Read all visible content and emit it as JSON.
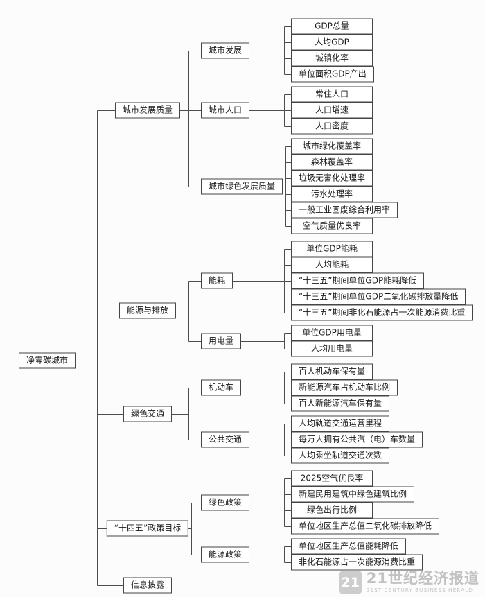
{
  "watermark": {
    "logo": "21",
    "cn": "21世纪经济报道",
    "en": "21ST CENTURY BUSINESS HERALD"
  },
  "tree": {
    "label": "净零碳城市",
    "children": [
      {
        "label": "城市发展质量",
        "children": [
          {
            "label": "城市发展",
            "children": [
              {
                "label": "GDP总量"
              },
              {
                "label": "人均GDP"
              },
              {
                "label": "城镇化率"
              },
              {
                "label": "单位面积GDP产出"
              }
            ]
          },
          {
            "label": "城市人口",
            "children": [
              {
                "label": "常住人口"
              },
              {
                "label": "人口增速"
              },
              {
                "label": "人口密度"
              }
            ]
          },
          {
            "label": "城市绿色发展质量",
            "children": [
              {
                "label": "城市绿化覆盖率"
              },
              {
                "label": "森林覆盖率"
              },
              {
                "label": "垃圾无害化处理率"
              },
              {
                "label": "污水处理率"
              },
              {
                "label": "一般工业固废综合利用率"
              },
              {
                "label": "空气质量优良率"
              }
            ]
          }
        ]
      },
      {
        "label": "能源与排放",
        "children": [
          {
            "label": "能耗",
            "children": [
              {
                "label": "单位GDP能耗"
              },
              {
                "label": "人均能耗"
              },
              {
                "label": "“十三五”期间单位GDP能耗降低"
              },
              {
                "label": "“十三五”期间单位GDP二氧化碳排放量降低"
              },
              {
                "label": "“十三五”期间非化石能源占一次能源消费比重"
              }
            ]
          },
          {
            "label": "用电量",
            "children": [
              {
                "label": "单位GDP用电量"
              },
              {
                "label": "人均用电量"
              }
            ]
          }
        ]
      },
      {
        "label": "绿色交通",
        "children": [
          {
            "label": "机动车",
            "children": [
              {
                "label": "百人机动车保有量"
              },
              {
                "label": "新能源汽车占机动车比例"
              },
              {
                "label": "百人新能源汽车保有量"
              }
            ]
          },
          {
            "label": "公共交通",
            "children": [
              {
                "label": "人均轨道交通运营里程"
              },
              {
                "label": "每万人拥有公共汽（电）车数量"
              },
              {
                "label": "人均乘坐轨道交通次数"
              }
            ]
          }
        ]
      },
      {
        "label": "“十四五”政策目标",
        "children": [
          {
            "label": "绿色政策",
            "children": [
              {
                "label": "2025空气优良率"
              },
              {
                "label": "新建民用建筑中绿色建筑比例"
              },
              {
                "label": "绿色出行比例"
              },
              {
                "label": "单位地区生产总值二氧化碳排放降低"
              }
            ]
          },
          {
            "label": "能源政策",
            "children": [
              {
                "label": "单位地区生产总值能耗降低"
              },
              {
                "label": "非化石能源占一次能源消费比重"
              }
            ]
          }
        ]
      },
      {
        "label": "信息披露"
      }
    ]
  }
}
